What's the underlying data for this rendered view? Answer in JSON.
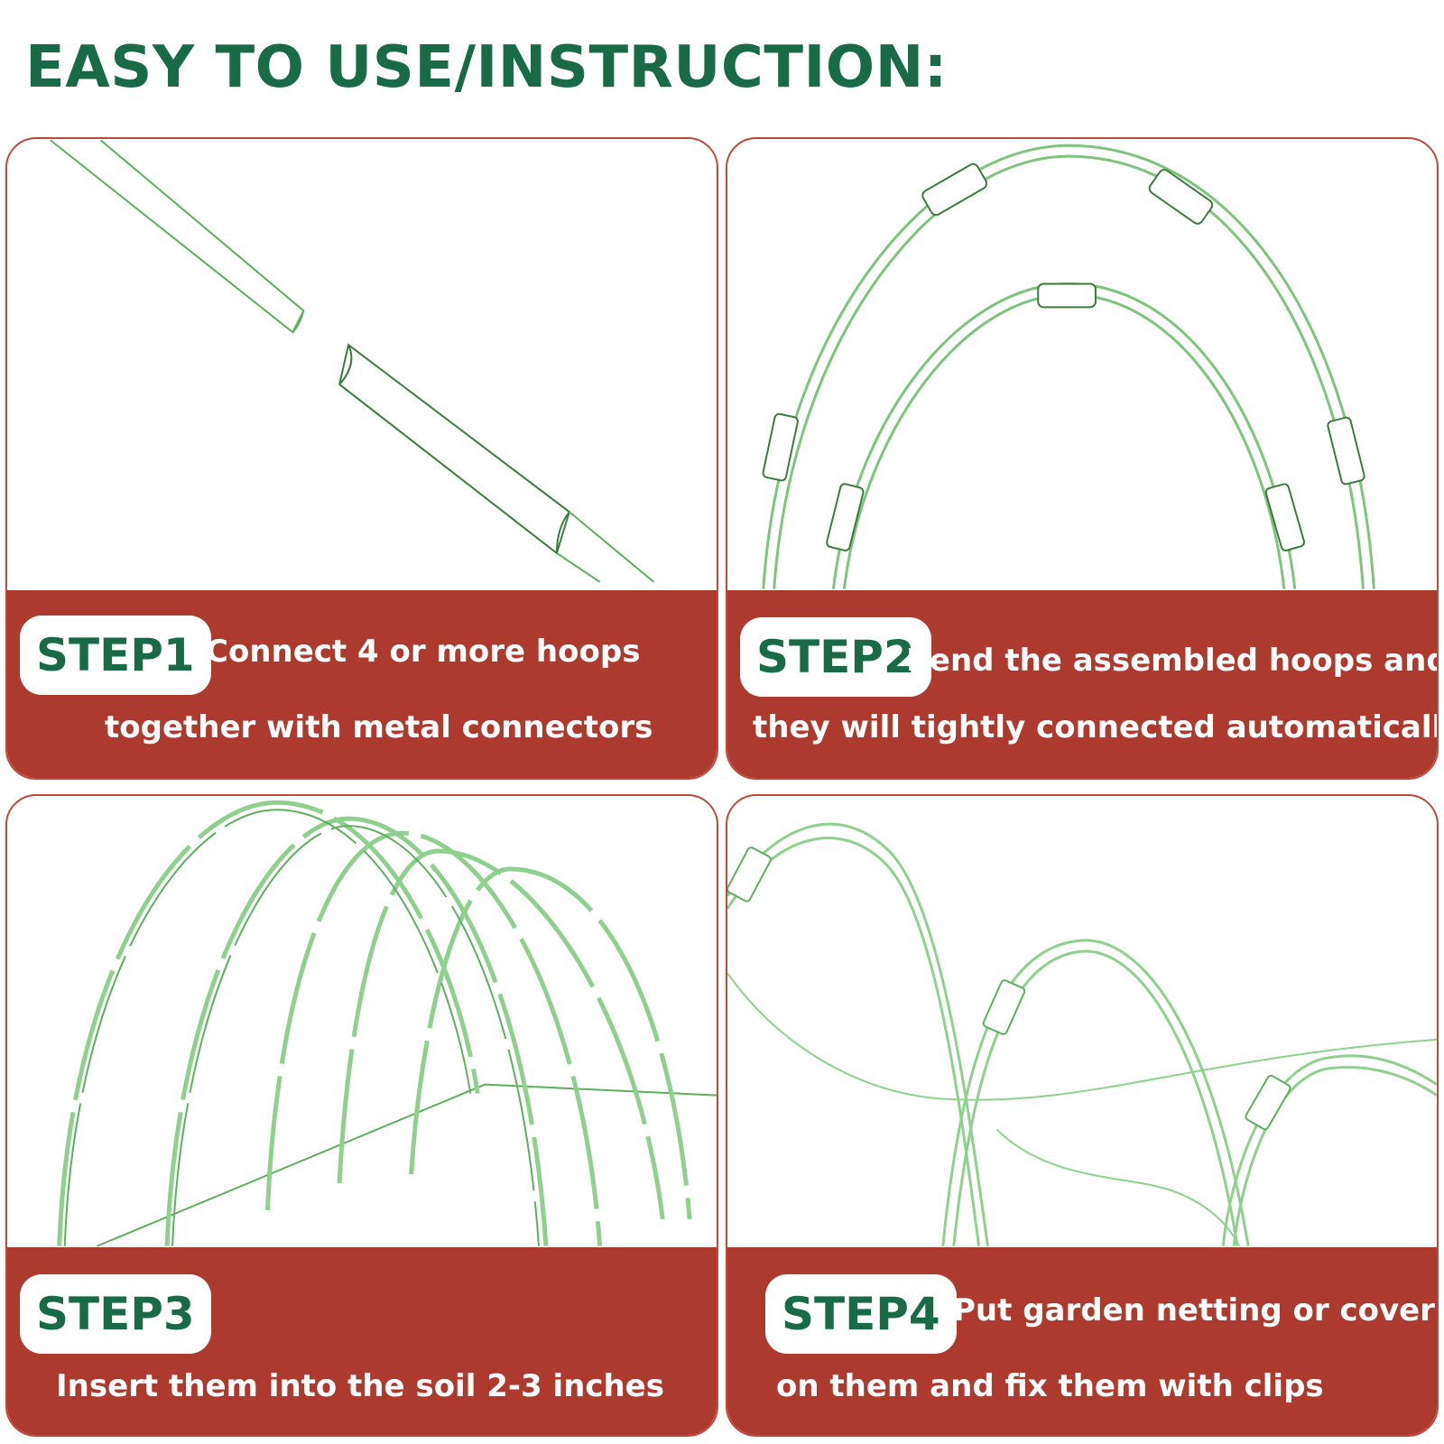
{
  "title": "EASY TO USE/INSTRUCTION:",
  "steps": [
    {
      "badge": "STEP1",
      "line1": "Connect 4 or more hoops",
      "line2": "together with metal connectors"
    },
    {
      "badge": "STEP2",
      "line1": "Bend the assembled hoops and",
      "line2": "they will tightly connected automatically"
    },
    {
      "badge": "STEP3",
      "line1": "",
      "line2": "Insert them into the soil 2-3 inches"
    },
    {
      "badge": "STEP4",
      "line1": "Put garden netting or cover",
      "line2": "on them and fix them with clips"
    }
  ],
  "colors": {
    "title_green": "#196b47",
    "band_red": "#ad3a2e",
    "hoop_green": "#7ec47e",
    "border_red": "#c2473d"
  }
}
